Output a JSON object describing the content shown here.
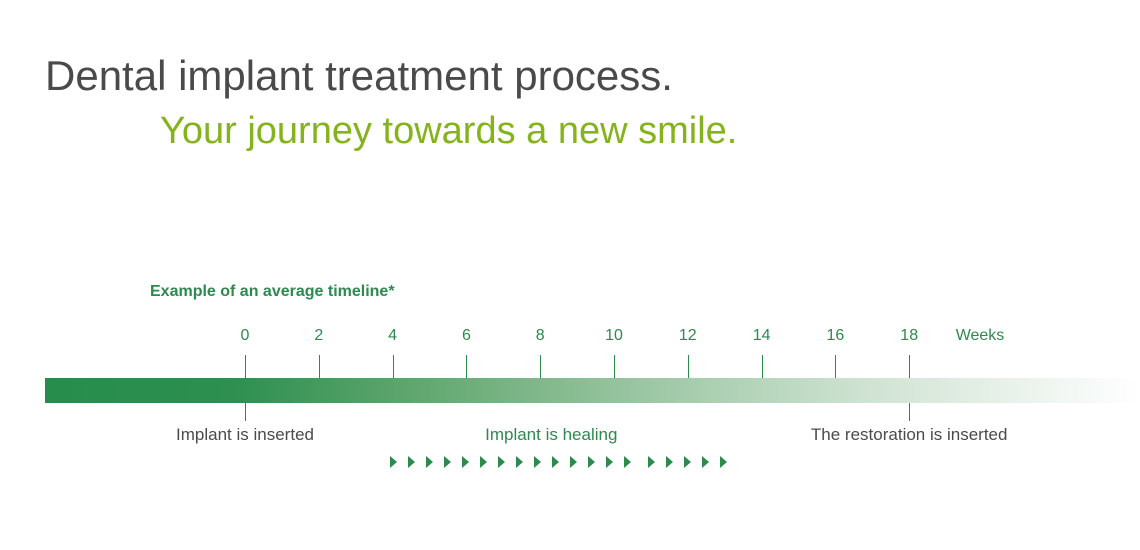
{
  "title": "Dental implant treatment process.",
  "subtitle": "Your journey towards a new smile.",
  "caption": "Example of an average timeline*",
  "colors": {
    "green": "#2d8a4e",
    "lime": "#84b31c",
    "gray": "#4a4a4a"
  },
  "timeline": {
    "ticks": [
      "0",
      "2",
      "4",
      "6",
      "8",
      "10",
      "12",
      "14",
      "16",
      "18"
    ],
    "tick_values": [
      0,
      2,
      4,
      6,
      8,
      10,
      12,
      14,
      16,
      18
    ],
    "unit": "Weeks",
    "events": [
      {
        "label": "Implant is inserted",
        "week": 0,
        "color": "#4a4a4a",
        "marker": true
      },
      {
        "label": "Implant is healing",
        "week": 8.3,
        "color": "#2d8a4e",
        "marker": false
      },
      {
        "label": "The restoration is inserted",
        "week": 18,
        "color": "#4a4a4a",
        "marker": true
      }
    ],
    "healing_arrows": {
      "group1": 14,
      "group2": 5
    }
  }
}
